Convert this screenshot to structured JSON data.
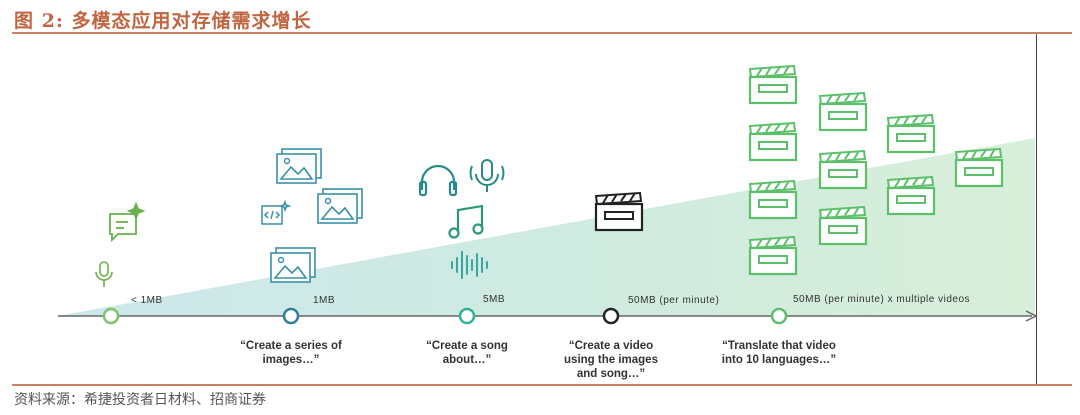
{
  "title": "图 2:  多模态应用对存储需求增长",
  "source": "资料来源：希捷投资者日材料、招商证券",
  "stages": [
    {
      "size": "< 1MB",
      "prompt": "",
      "color": "#7cc36a"
    },
    {
      "size": "1MB",
      "prompt_lines": [
        "“Create a series of",
        "images…”"
      ],
      "color": "#2f7f9a"
    },
    {
      "size": "5MB",
      "prompt_lines": [
        "“Create a song",
        "about…”"
      ],
      "color": "#2cb59e"
    },
    {
      "size": "50MB (per minute)",
      "prompt_lines": [
        "“Create a video",
        "using the images",
        "and song…”"
      ],
      "color": "#222222"
    },
    {
      "size": "50MB (per minute) x multiple videos",
      "prompt_lines": [
        "“Translate that video",
        "into 10 languages…”"
      ],
      "color": "#5cc06a"
    }
  ]
}
